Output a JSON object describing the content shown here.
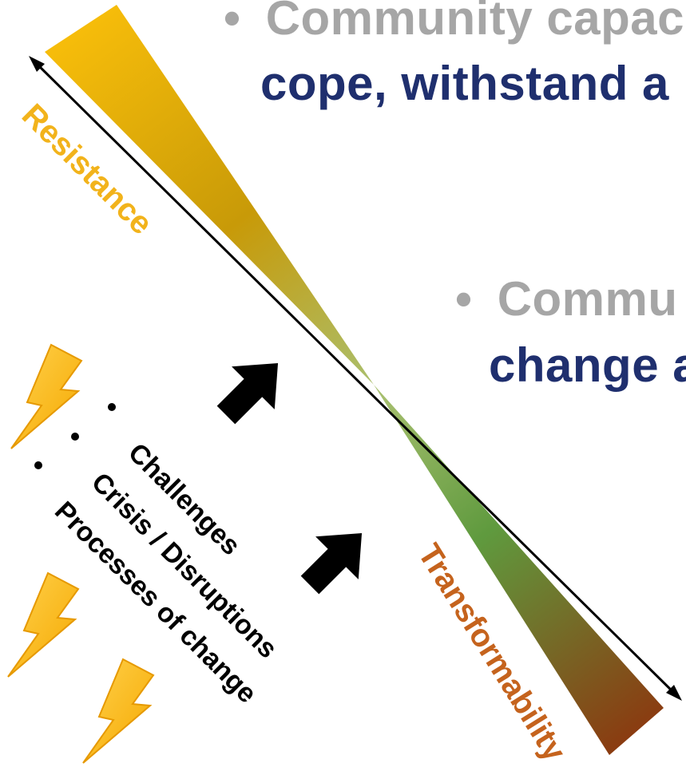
{
  "headline1": {
    "bullet": "•",
    "gray": "Community capac",
    "blue": "cope, withstand a"
  },
  "headline2": {
    "bullet": "•",
    "gray": "Commu",
    "blue": "change a"
  },
  "axis_labels": {
    "top": "Resistance",
    "bottom": "Transformability"
  },
  "bullet_items": [
    "Challenges",
    "Crisis / Disruptions",
    "Processes of change"
  ],
  "colors": {
    "resistance": "#f2b31b",
    "transformability": "#c5631d",
    "headline_gray": "#a6a6a6",
    "headline_blue": "#1f2f6e",
    "wedge_top": "#f7bd0a",
    "wedge_mid": "#7cb054",
    "wedge_bottom": "#8b3a10"
  },
  "icons": [
    "lightning-bolt-icon",
    "arrow-up-right-icon",
    "double-headed-arrow-icon"
  ]
}
